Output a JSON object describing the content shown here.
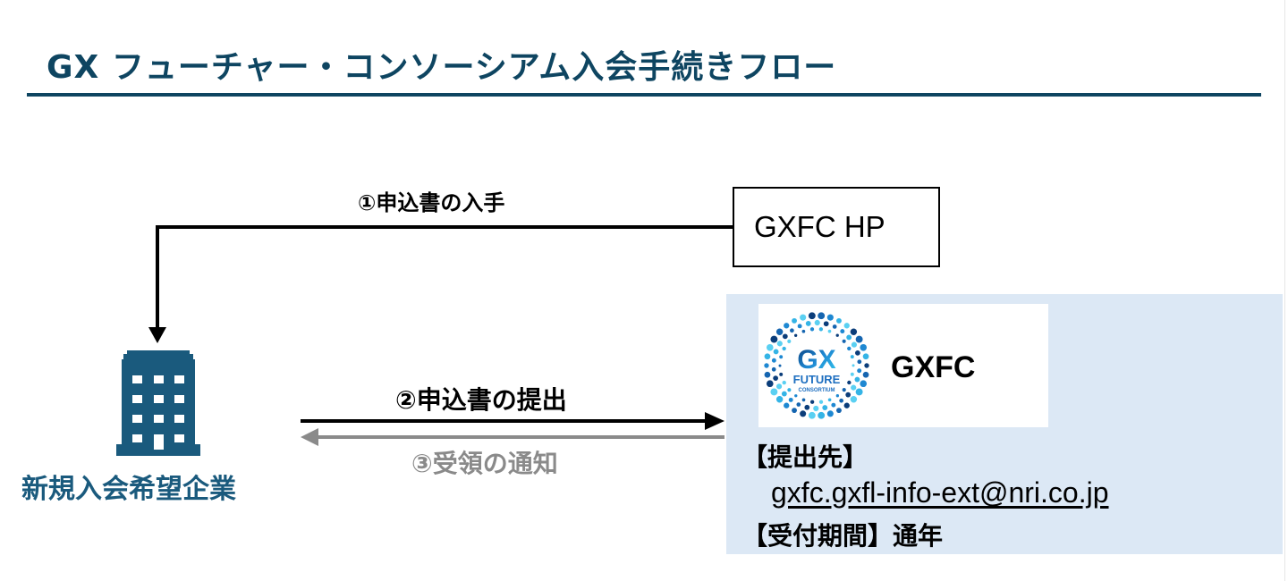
{
  "header": {
    "title": "GX フューチャー・コンソーシアム入会手続きフロー"
  },
  "colors": {
    "title": "#0E4561",
    "building": "#1A5A7D",
    "panel_bg": "#DCE8F5",
    "return_arrow": "#8a8a8a"
  },
  "flow": {
    "step1": {
      "label": "①申込書の入手",
      "from": "GXFC HP",
      "to": "新規入会希望企業"
    },
    "step2": {
      "label": "②申込書の提出",
      "from": "新規入会希望企業",
      "to": "GXFC"
    },
    "step3": {
      "label": "③受領の通知",
      "from": "GXFC",
      "to": "新規入会希望企業"
    }
  },
  "nodes": {
    "hp": {
      "label": "GXFC HP"
    },
    "company": {
      "label": "新規入会希望企業",
      "icon": "building-icon"
    },
    "gxfc": {
      "name": "GXFC",
      "logo": {
        "icon": "gx-future-consortium-logo",
        "line1": "GX",
        "line2": "FUTURE",
        "line3": "CONSORTIUM"
      },
      "submit_to_label": "【提出先】",
      "email": "gxfc.gxfl-info-ext@nri.co.jp",
      "period_label": "【受付期間】",
      "period_value": "通年"
    }
  }
}
